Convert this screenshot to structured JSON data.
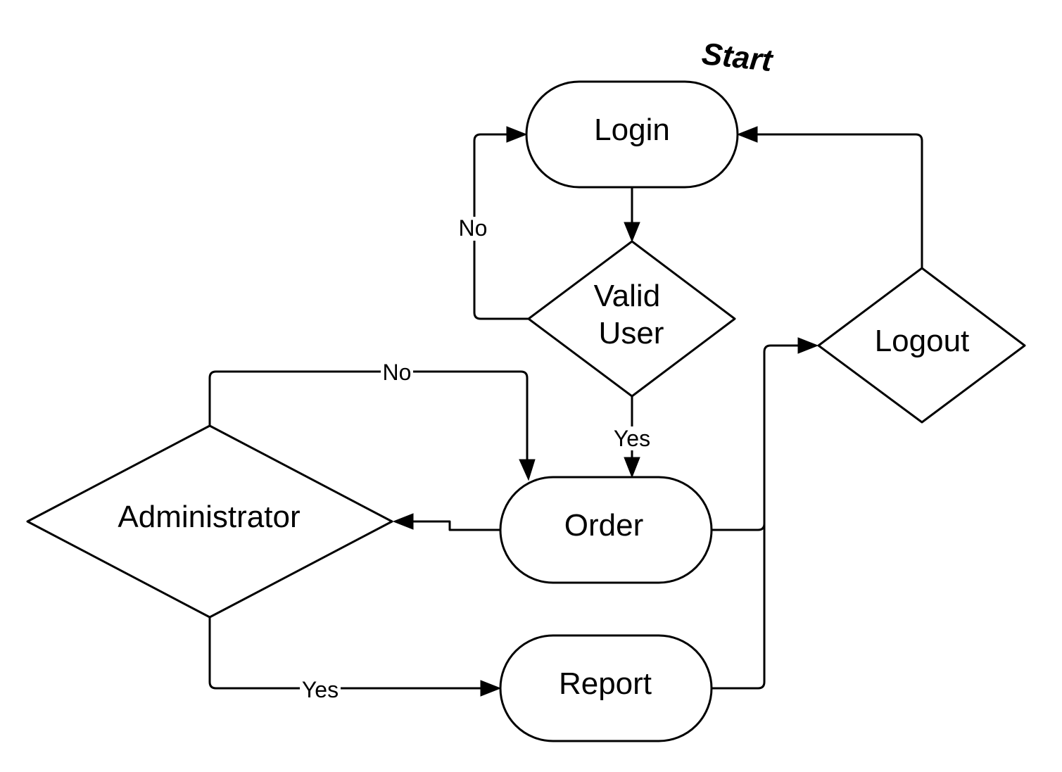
{
  "diagram": {
    "start_label": "Start",
    "nodes": {
      "login": "Login",
      "valid_user": [
        "Valid",
        "User"
      ],
      "order": "Order",
      "administrator": "Administrator",
      "report": "Report",
      "logout": "Logout"
    },
    "edges": {
      "valid_to_login_no": "No",
      "valid_to_order_yes": "Yes",
      "admin_to_order_no": "No",
      "admin_to_report_yes": "Yes"
    },
    "colors": {
      "stroke": "#000000",
      "background": "#ffffff"
    }
  }
}
